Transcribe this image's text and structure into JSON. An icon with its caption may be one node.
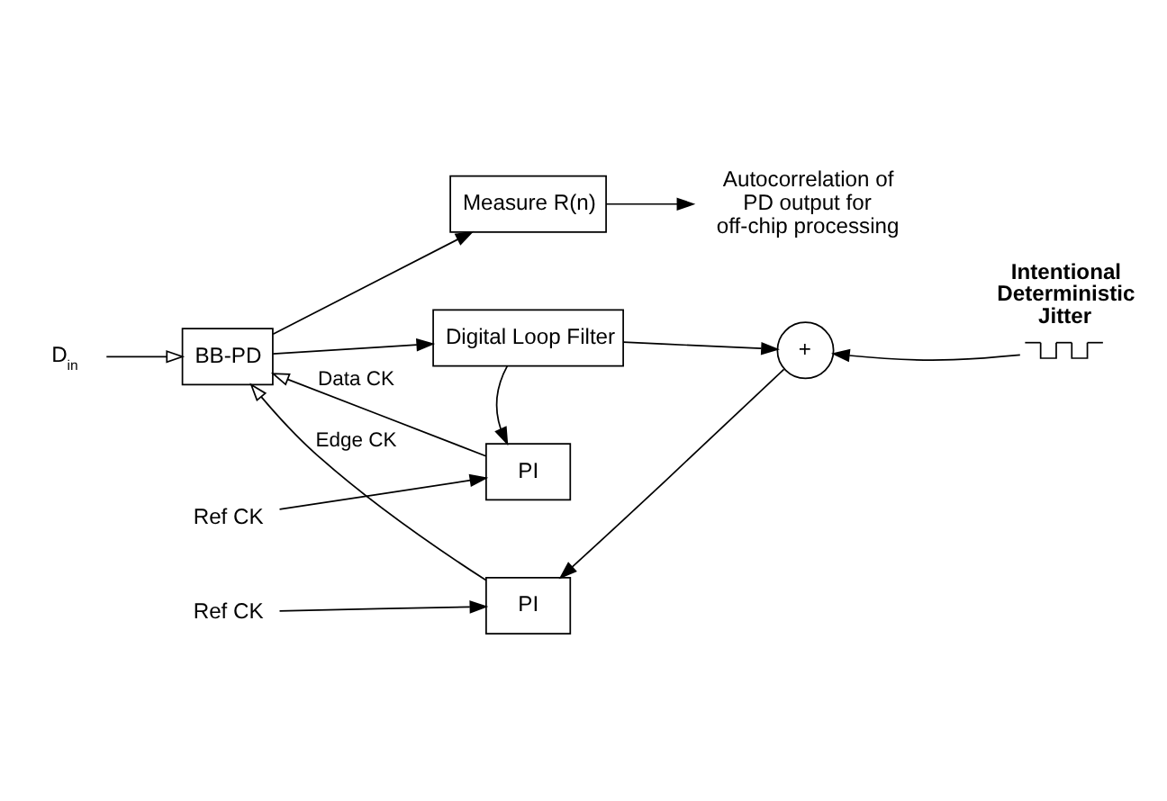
{
  "diagram": {
    "nodes": [
      {
        "text": [
          "D$_{in}$"
        ]
      },
      {
        "text": [
          "BB-PD"
        ]
      },
      {
        "text": [
          "Measure R(n)"
        ]
      },
      {
        "text": [
          "Digital Loop Filter"
        ]
      },
      {
        "text": [
          "Autocorrelation of PD output for off-chip processing"
        ]
      },
      {
        "text": [
          "PI"
        ]
      },
      {
        "text": [
          "PI"
        ]
      },
      {
        "text": [
          "+"
        ]
      },
      {
        "text": [],
        "shape": "picture",
        "beside": [
          "Intentional Deterministic Jitter"
        ]
      },
      {
        "text": [
          "Ref CK"
        ]
      },
      {
        "text": [
          "Ref CK"
        ]
      }
    ],
    "edges": [
      {
        "from": 0,
        "to": 1,
        "arrow": "to"
      },
      {
        "from": 1,
        "to": 2,
        "arrow": "to"
      },
      {
        "from": 1,
        "to": 3,
        "arrow": "to"
      },
      {
        "from": 2,
        "to": 4,
        "arrow": "to"
      },
      {
        "from": 3,
        "to": 5,
        "arrow": "to"
      },
      {
        "from": 3,
        "to": 7,
        "arrow": "to"
      },
      {
        "from": 5,
        "to": 1,
        "arrow": "to",
        "label": "Data CK"
      },
      {
        "from": 6,
        "to": 1,
        "arrow": "to",
        "label": "Edge CK"
      },
      {
        "from": 7,
        "to": 6,
        "arrow": "to"
      },
      {
        "from": 8,
        "to": 7,
        "arrow": "to"
      },
      {
        "from": 9,
        "to": 5,
        "arrow": "to"
      },
      {
        "from": 10,
        "to": 6,
        "arrow": "to"
      }
    ]
  }
}
